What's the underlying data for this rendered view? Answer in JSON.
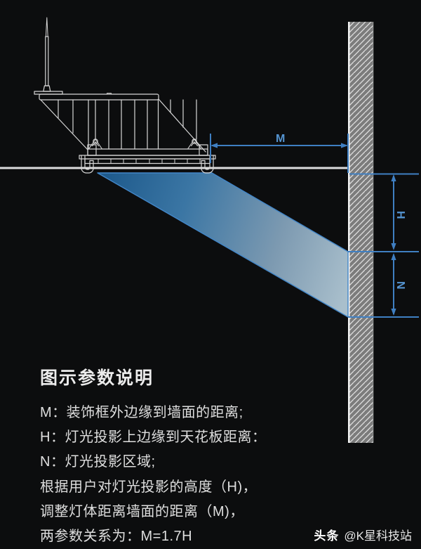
{
  "diagram": {
    "labels": {
      "m": "M",
      "h": "H",
      "n": "N"
    },
    "colors": {
      "background": "#0c0d0e",
      "dimension_blue": "#3f7fc2",
      "beam_dark": "#1e5a8c",
      "beam_light": "#a9bfcc",
      "wall_gray": "#7c7c7c",
      "line_white": "#d6d6d6"
    }
  },
  "legend": {
    "title": "图示参数说明",
    "lines": [
      "M：装饰框外边缘到墙面的距离;",
      "H：灯光投影上边缘到天花板距离：",
      "N：灯光投影区域;",
      "根据用户对灯光投影的高度（H)，",
      "调整灯体距离墙面的距离（M)，",
      "两参数关系为：M=1.7H"
    ]
  },
  "watermark": {
    "brand": "头条",
    "handle": "@K星科技站"
  }
}
